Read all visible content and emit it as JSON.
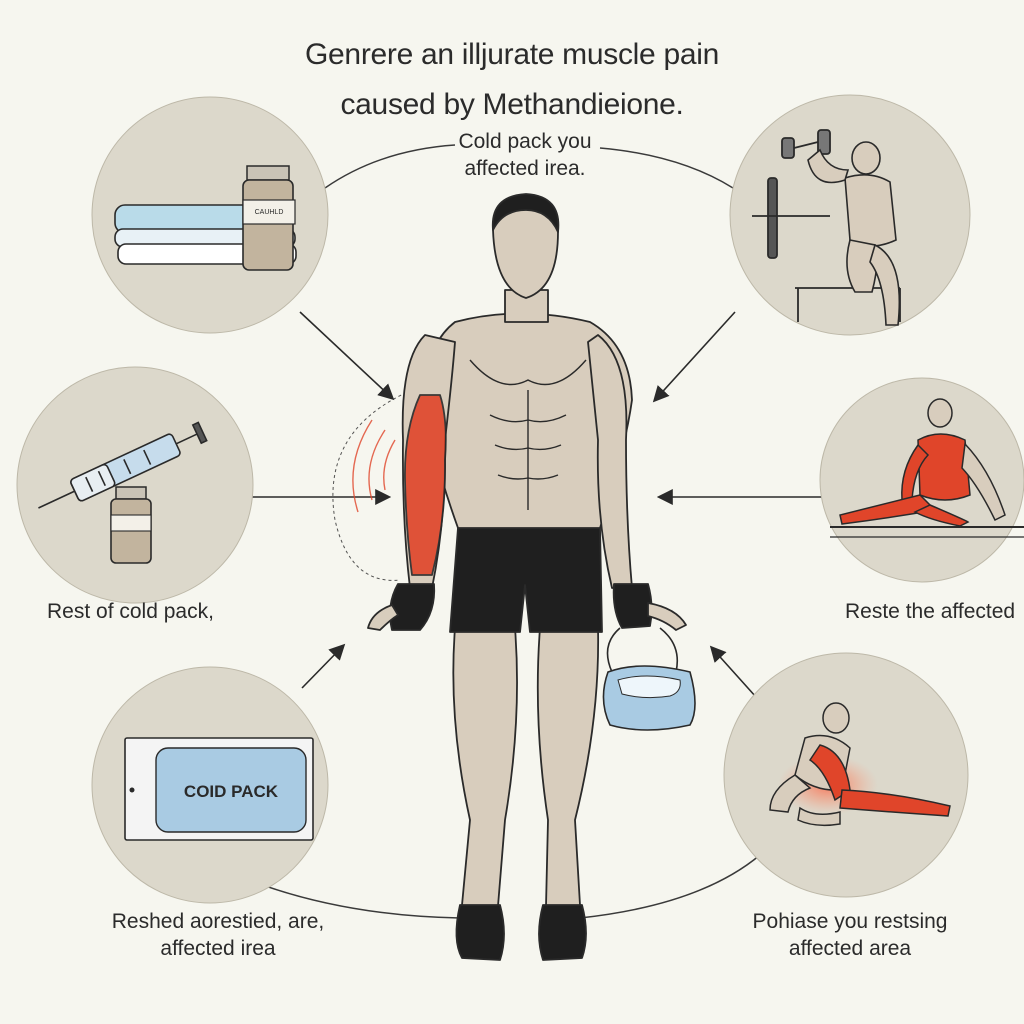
{
  "title": {
    "line1": "Genrere an illjurate muscle pain",
    "line2": "caused by Methandieione."
  },
  "callouts": {
    "top": {
      "line1": "Cold pack you",
      "line2": "affected irea."
    },
    "left_middle": "Rest of cold pack,",
    "right_middle": "Reste the affected",
    "bottom_left": {
      "line1": "Reshed aorestied, are,",
      "line2": "affected irea"
    },
    "bottom_right": {
      "line1": "Pohiase you restsing",
      "line2": "affected area"
    }
  },
  "panels": {
    "cold_pack_label": "COID PACK",
    "vial_label": "CAUHLD"
  },
  "colors": {
    "background": "#f6f6ef",
    "circle_fill": "#dcd8cb",
    "skin": "#d8cdbd",
    "outline": "#2a2a2a",
    "pain_red": "#e0452a",
    "ice_blue": "#a9cbe3",
    "shorts": "#1f1f1f"
  }
}
